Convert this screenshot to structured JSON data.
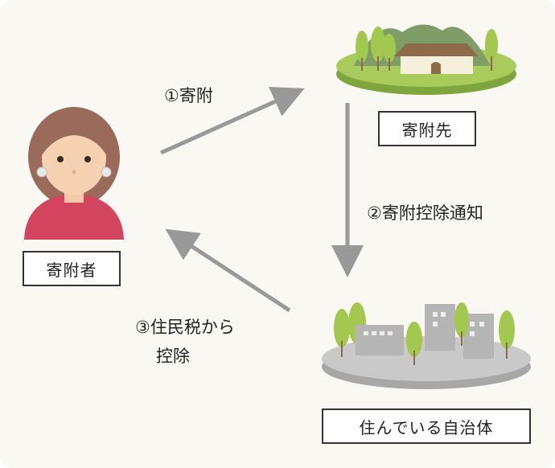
{
  "nodes": {
    "donor": {
      "label": "寄附者"
    },
    "recipient": {
      "label": "寄附先"
    },
    "municipality": {
      "label": "住んでいる自治体"
    }
  },
  "steps": [
    {
      "number": "①",
      "text": "寄附"
    },
    {
      "number": "②",
      "text": "寄附控除通知"
    },
    {
      "number": "③",
      "text": "住民税から",
      "text_line2": "控除"
    }
  ],
  "colors": {
    "background": "#faf8f3",
    "arrow": "#999999",
    "grass_platform": "#a9cb5b",
    "gray_platform": "#c8c8c8",
    "shirt": "#d3445f",
    "hair": "#9a6a5b"
  }
}
